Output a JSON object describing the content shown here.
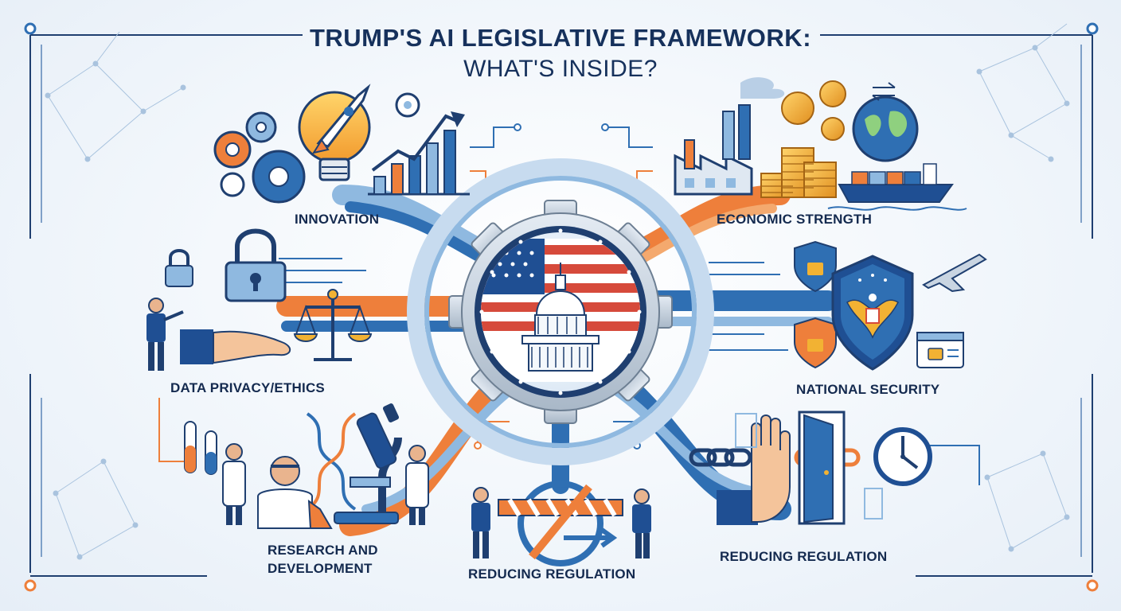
{
  "header": {
    "title": "TRUMP'S AI LEGISLATIVE FRAMEWORK:",
    "subtitle": "WHAT'S INSIDE?"
  },
  "sections": {
    "innovation": "INNOVATION",
    "economic_strength": "ECONOMIC STRENGTH",
    "data_privacy": "DATA PRIVACY/ETHICS",
    "national_security": "NATIONAL SECURITY",
    "research": "RESEARCH AND\nDEVELOPMENT",
    "reducing_regulation_center": "REDUCING REGULATION",
    "reducing_regulation_right": "REDUCING REGULATION"
  },
  "icons": {
    "center": "capitol-gear-seal-icon",
    "innovation": [
      "gears-icon",
      "lightbulb-rocket-icon",
      "growth-chart-icon"
    ],
    "economic_strength": [
      "factory-icon",
      "coins-icon",
      "globe-icon",
      "cargo-ship-icon"
    ],
    "data_privacy": [
      "padlock-icon",
      "hand-icon",
      "scales-icon",
      "person-icon"
    ],
    "national_security": [
      "shield-lock-icon",
      "eagle-shield-icon",
      "fighter-jet-icon",
      "browser-lock-icon"
    ],
    "research": [
      "test-tubes-icon",
      "dna-icon",
      "microscope-icon",
      "scientists-icon"
    ],
    "reducing_regulation_center": [
      "barrier-icon",
      "people-icon"
    ],
    "reducing_regulation_right": [
      "chain-icon",
      "stop-hand-icon",
      "open-door-icon",
      "clock-icon"
    ]
  },
  "colors": {
    "navy": "#16315c",
    "blue": "#2f6fb3",
    "light_blue": "#8fb9e0",
    "orange": "#ee7f3b",
    "gold": "#f2b233",
    "red": "#d64a3b"
  }
}
